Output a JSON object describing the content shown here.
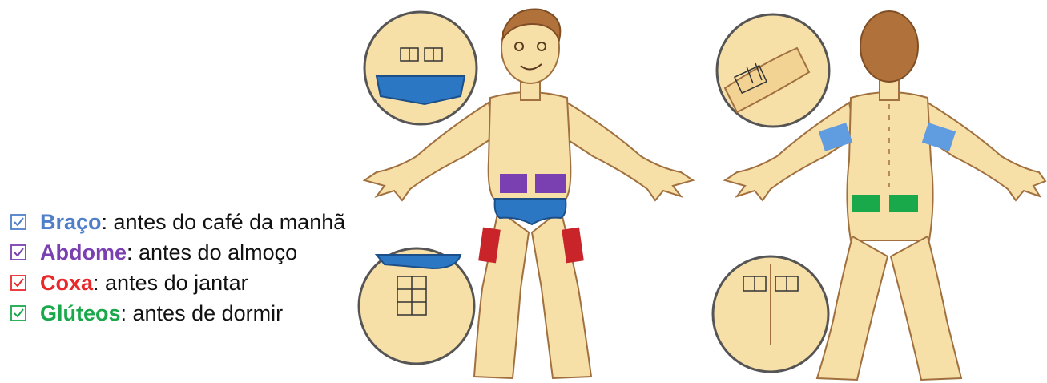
{
  "legend": [
    {
      "term": "Braço",
      "text": ": antes do café da manhã",
      "color": "#4f7fc9"
    },
    {
      "term": "Abdome",
      "text": ": antes do almoço",
      "color": "#7a3fb0"
    },
    {
      "term": "Coxa",
      "text": ": antes do jantar",
      "color": "#e8282b"
    },
    {
      "term": "Glúteos",
      "text": ": antes de dormir",
      "color": "#19a84a"
    }
  ],
  "colors": {
    "skin": "#f7dfa8",
    "skin_outline": "#b2804e",
    "hair": "#b0713a",
    "briefs": "#2c77c4",
    "arm_patch": "#5f9de0",
    "abdomen_patch": "#7a3fb0",
    "thigh_patch": "#c8242a",
    "glute_patch": "#19a84a"
  }
}
